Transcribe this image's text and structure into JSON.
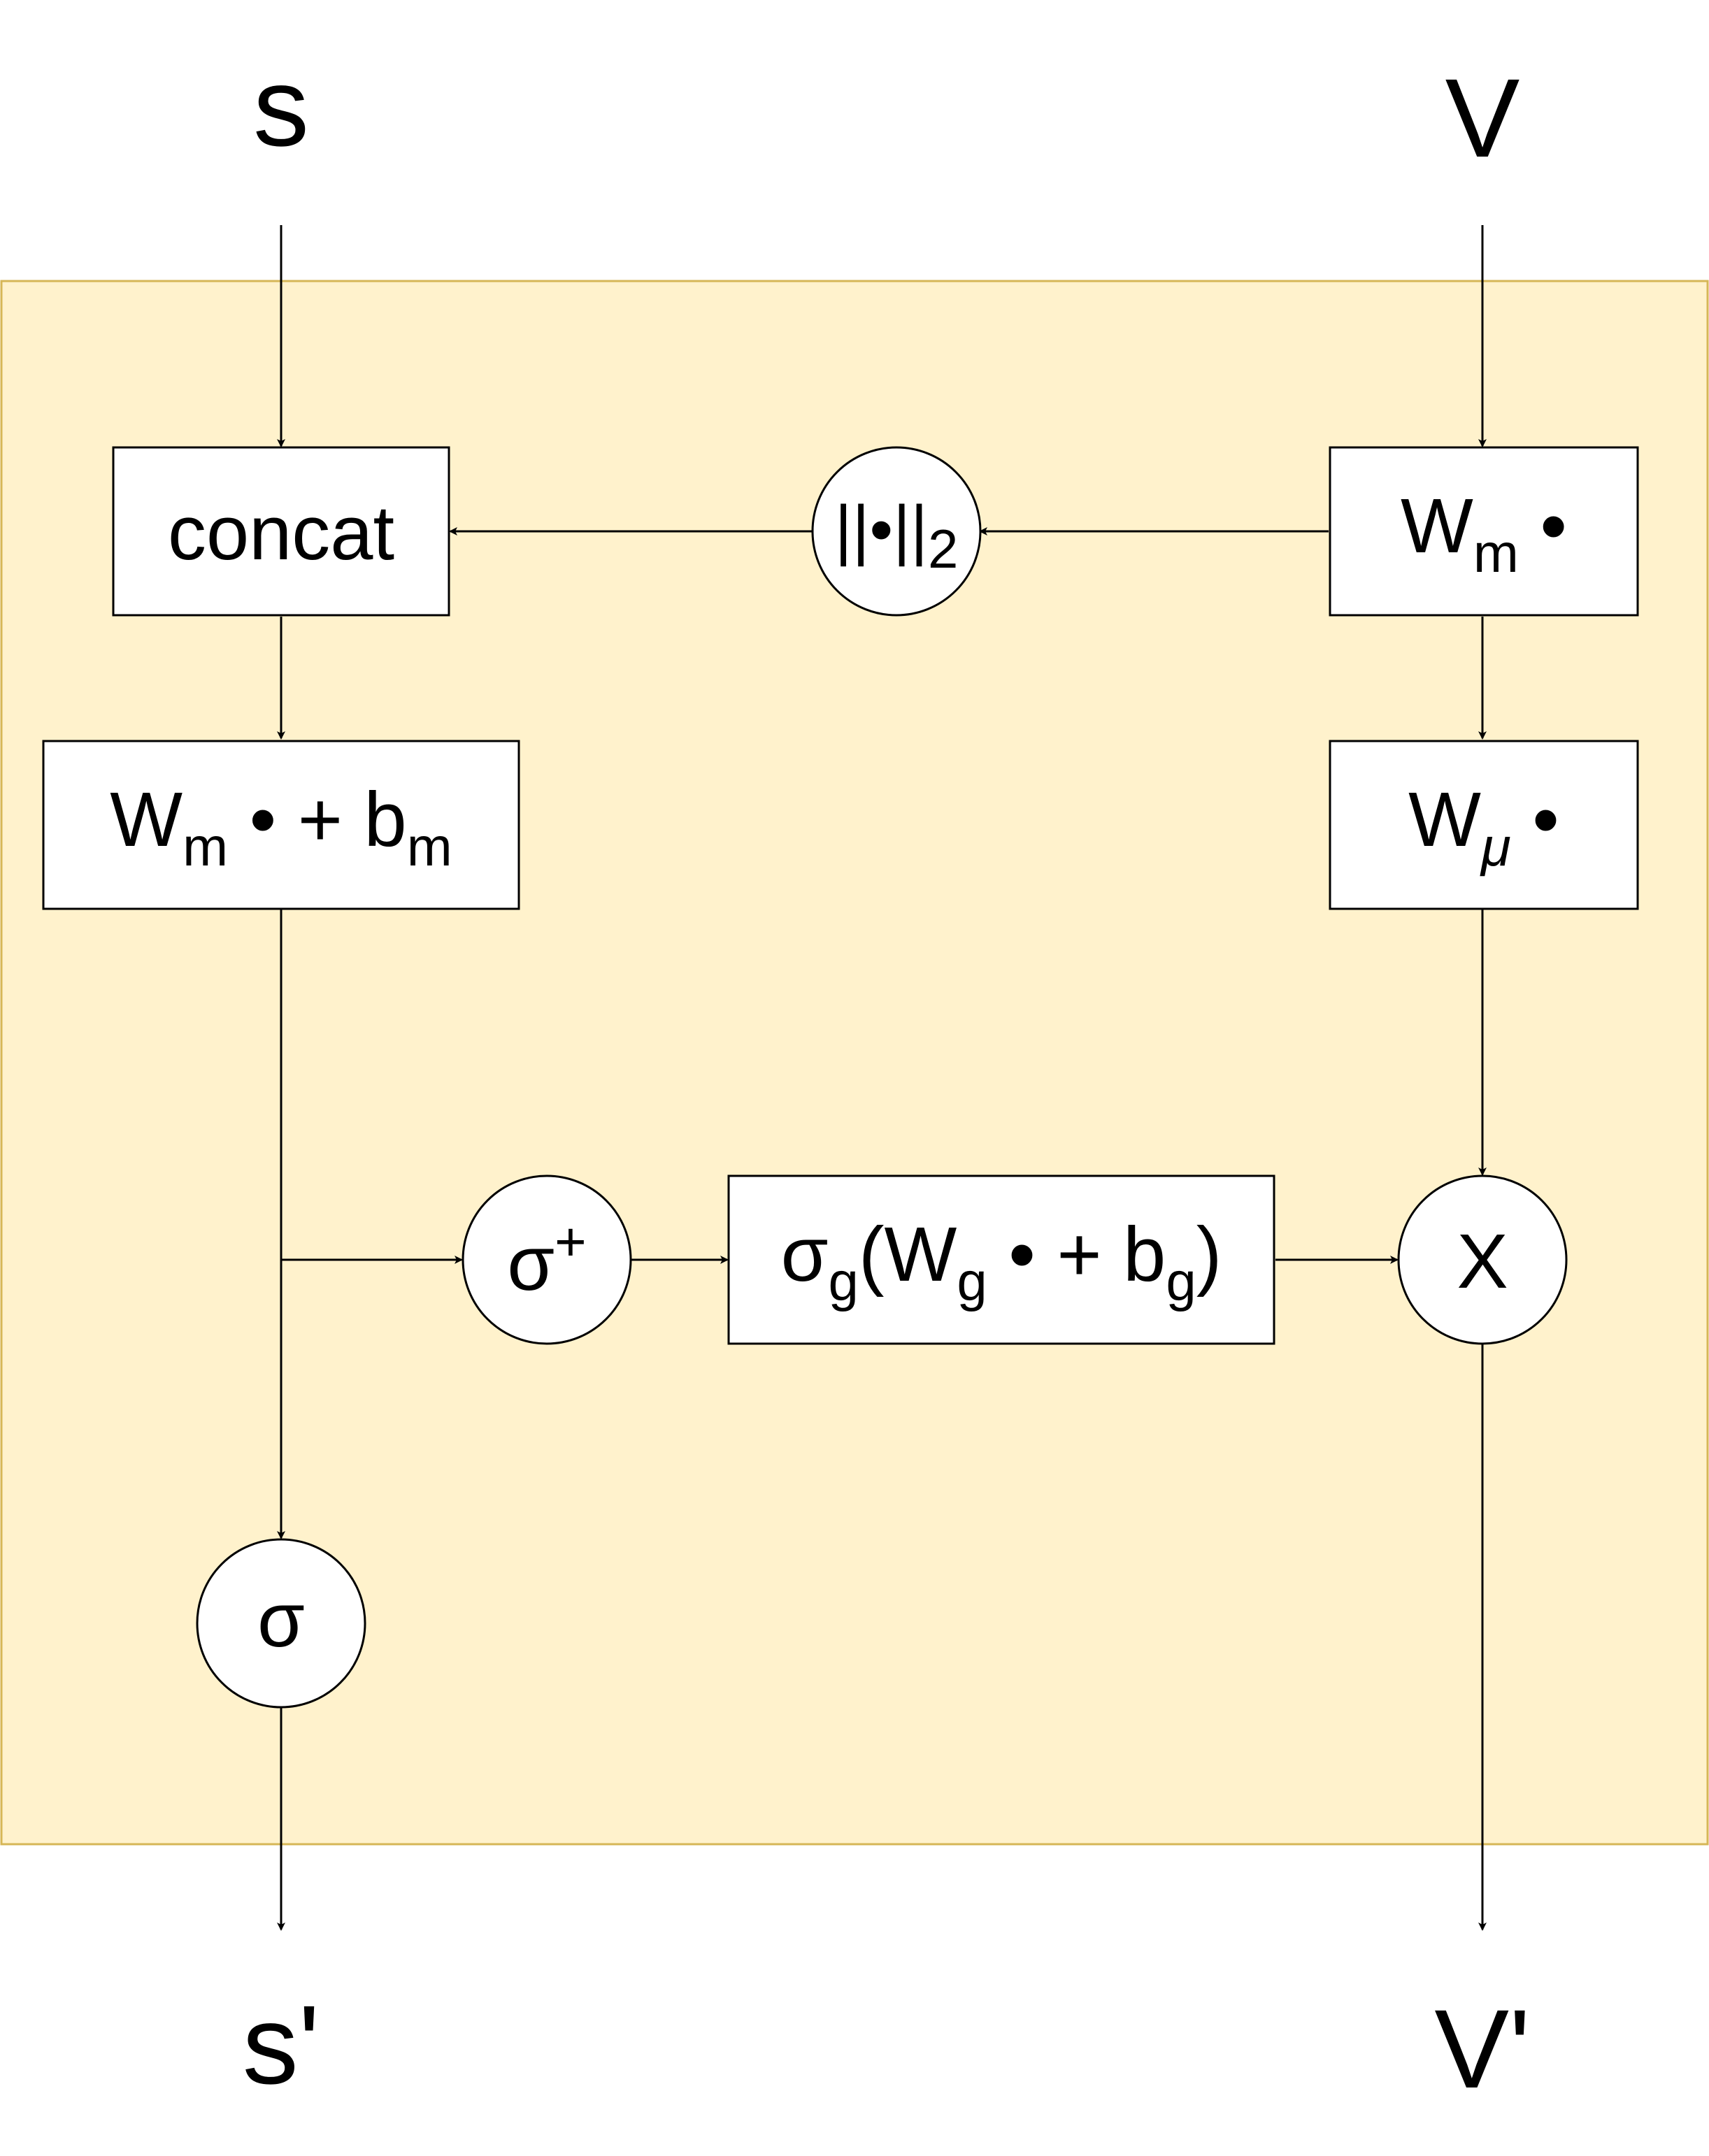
{
  "colors": {
    "panel_fill": "#fff2cc",
    "panel_border": "#d6b656",
    "stroke": "#000000",
    "node_fill": "#ffffff"
  },
  "inputs": {
    "s": "s",
    "v": "V"
  },
  "outputs": {
    "s_prime": "s'",
    "v_prime": "V'"
  },
  "nodes": {
    "concat": {
      "label": "concat"
    },
    "norm": {
      "pre": "||•||",
      "sub": "2"
    },
    "wh": {
      "base": "W",
      "sub": "m",
      "post": " •"
    },
    "wm_bm": {
      "base": "W",
      "sub": "m",
      "mid": " • + b",
      "sub2": "m"
    },
    "wmu": {
      "base": "W",
      "sub": "μ",
      "post": " •"
    },
    "sigma_plus": {
      "base": "σ",
      "sup": "+"
    },
    "gate": {
      "base": "σ",
      "sub": "g",
      "mid": "(W",
      "sub2": "g",
      "mid2": " • + b",
      "sub3": "g",
      "post": ")"
    },
    "multiply": {
      "label": "X"
    },
    "sigma": {
      "label": "σ"
    }
  }
}
